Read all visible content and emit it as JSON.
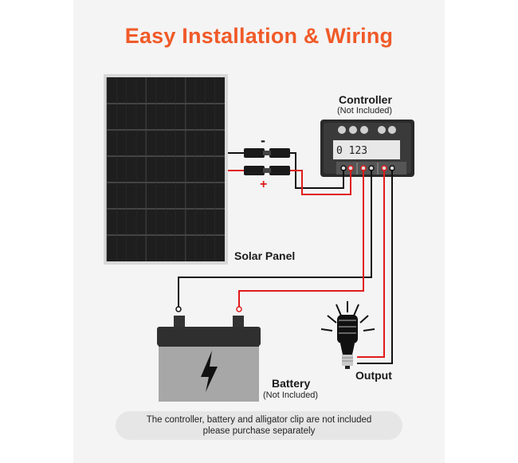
{
  "title": "Easy Installation & Wiring",
  "controller": {
    "label": "Controller",
    "sublabel": "(Not Included)",
    "display": "0 123"
  },
  "solar_panel": {
    "label": "Solar Panel"
  },
  "battery": {
    "label": "Battery",
    "sublabel": "(Not Included)"
  },
  "output": {
    "label": "Output"
  },
  "polarity": {
    "negative": "-",
    "positive": "+"
  },
  "note": {
    "line1": "The controller, battery and alligator clip are not included",
    "line2": "please purchase separately"
  },
  "colors": {
    "title": "#f05a28",
    "positive_wire": "#e01b1b",
    "negative_wire": "#111111",
    "panel": "#1e1e1e"
  }
}
